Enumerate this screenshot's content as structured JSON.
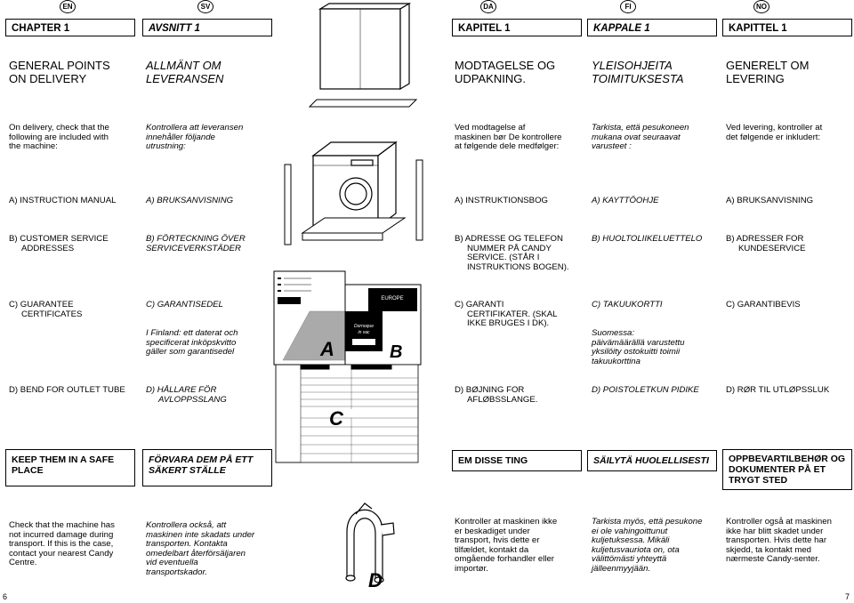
{
  "languages": [
    "EN",
    "SV",
    "DA",
    "FI",
    "NO"
  ],
  "chapters": [
    "CHAPTER 1",
    "AVSNITT 1",
    "KAPITEL 1",
    "KAPPALE 1",
    "KAPITTEL 1"
  ],
  "titles": {
    "en": [
      "GENERAL POINTS",
      "ON DELIVERY"
    ],
    "sv": [
      "ALLMÄNT OM",
      "LEVERANSEN"
    ],
    "da": [
      "MODTAGELSE OG",
      "UDPAKNING."
    ],
    "fi": [
      "YLEISOHJEITA",
      "TOIMITUKSESTA"
    ],
    "no": [
      "GENERELT OM",
      "LEVERING"
    ]
  },
  "intro": {
    "en": [
      "On delivery, check that the",
      "following are included with",
      "the machine:"
    ],
    "sv": [
      "Kontrollera att leveransen",
      "innehåller följande",
      "utrustning:"
    ],
    "da": [
      "Ved modtagelse af",
      "maskinen bør De kontrollere",
      "at følgende dele medfølger:"
    ],
    "fi": [
      "Tarkista, että pesukoneen",
      "mukana ovat seuraavat",
      "varusteet :"
    ],
    "no": [
      "Ved levering, kontroller at",
      "det følgende er inkludert:"
    ]
  },
  "item_a": {
    "en": "A) INSTRUCTION MANUAL",
    "sv": "A) BRUKSANVISNING",
    "da": "A) INSTRUKTIONSBOG",
    "fi": "A) KAYTTÖOHJE",
    "no": "A) BRUKSANVISNING"
  },
  "item_b": {
    "en": [
      "B) CUSTOMER SERVICE",
      "ADDRESSES"
    ],
    "sv": [
      "B) FÖRTECKNING ÖVER",
      "SERVICEVERKSTÄDER"
    ],
    "da": [
      "B) ADRESSE OG TELEFON",
      "NUMMER PÅ CANDY",
      "SERVICE. (STÅR I",
      "INSTRUKTIONS BOGEN)."
    ],
    "fi": [
      "B) HUOLTOLIIKELUETTELO"
    ],
    "no": [
      "B) ADRESSER FOR",
      "KUNDESERVICE"
    ]
  },
  "item_c": {
    "en": [
      "C) GUARANTEE",
      "CERTIFICATES"
    ],
    "sv": [
      "C) GARANTISEDEL"
    ],
    "sv_note": [
      "I Finland: ett daterat och",
      "specificerat inköpskvitto",
      "gäller som garantisedel"
    ],
    "da": [
      "C) GARANTI",
      "CERTIFIKATER. (SKAL",
      "IKKE BRUGES I DK)."
    ],
    "fi": [
      "C) TAKUUKORTTI"
    ],
    "fi_note": [
      "Suomessa:",
      "päivämäärällä varustettu",
      "yksilöity ostokuitti toimii",
      "takuukorttina"
    ],
    "no": [
      "C) GARANTIBEVIS"
    ]
  },
  "item_d": {
    "en": [
      "D) BEND FOR OUTLET TUBE"
    ],
    "sv": [
      "D) HÅLLARE FÖR",
      "AVLOPPSSLANG"
    ],
    "da": [
      "D) BØJNING FOR",
      "AFLØBSSLANGE."
    ],
    "fi": [
      "D) POISTOLETKUN PIDIKE"
    ],
    "no": [
      "D) RØR TIL UTLØPSSLUK"
    ]
  },
  "safe_place": {
    "en": [
      "KEEP THEM IN A SAFE",
      "PLACE"
    ],
    "sv": [
      "FÖRVARA DEM PÅ ETT",
      "SÄKERT STÄLLE"
    ],
    "da": [
      "EM DISSE TING"
    ],
    "fi": [
      "SÄILYTÄ HUOLELLISESTI"
    ],
    "no": [
      "OPPBEVARTILBEHØR OG",
      "DOKUMENTER PÅ ET",
      "TRYGT STED"
    ]
  },
  "damage": {
    "en": [
      "Check that the machine has",
      "not incurred damage during",
      "transport. If this is the case,",
      "contact your nearest Candy",
      "Centre."
    ],
    "sv": [
      "Kontrollera också, att",
      "maskinen inte skadats under",
      "transporten. Kontakta",
      "omedelbart återförsäljaren",
      "vid eventuella",
      "transportskador."
    ],
    "da": [
      "Kontroller at maskinen ikke",
      "er beskadiget under",
      "transport, hvis dette er",
      "tilfældet, kontakt da",
      "omgående forhandler eller",
      "importør."
    ],
    "fi": [
      "Tarkista myös, että pesukone",
      "ei ole vahingoittunut",
      "kuljetuksessa. Mikäli",
      "kuljetusvauriota on, ota",
      "välittömästi yhteyttä",
      "jälleenmyyjään."
    ],
    "no": [
      "Kontroller også at maskinen",
      "ikke har blitt skadet under",
      "transporten. Hvis dette har",
      "skjedd, ta kontakt med",
      "nærmeste Candy-senter."
    ]
  },
  "figure": {
    "label_a": "A",
    "label_b": "B",
    "label_c": "C",
    "label_d": "D",
    "europe": "EUROPE",
    "booklet_text": [
      "Dornoque",
      "in vac"
    ]
  },
  "page_numbers": {
    "left": "6",
    "right": "7"
  }
}
